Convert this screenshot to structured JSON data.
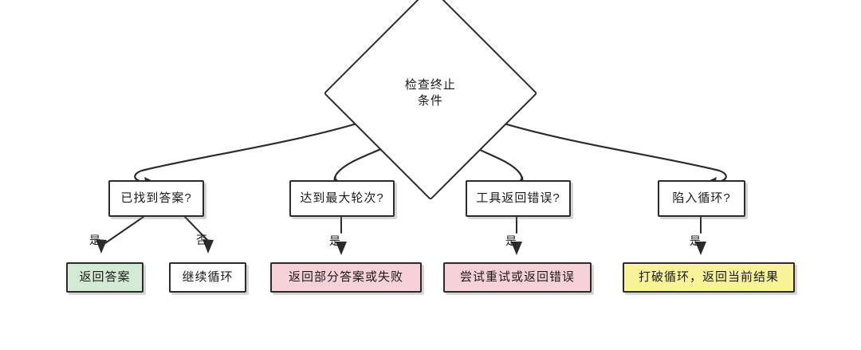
{
  "diagram": {
    "title_node": {
      "id": "check-termination",
      "label": "检查终止\n条件",
      "shape": "diamond"
    },
    "decisions": [
      {
        "id": "found-answer",
        "label": "已找到答案?"
      },
      {
        "id": "max-rounds",
        "label": "达到最大轮次?"
      },
      {
        "id": "tool-error",
        "label": "工具返回错误?"
      },
      {
        "id": "stuck-loop",
        "label": "陷入循环?"
      }
    ],
    "outcomes": [
      {
        "id": "return-answer",
        "label": "返回答案",
        "color": "#d5ead5"
      },
      {
        "id": "continue-loop",
        "label": "继续循环",
        "color": "#ffffff"
      },
      {
        "id": "partial-or-fail",
        "label": "返回部分答案或失败",
        "color": "#f6d2d8"
      },
      {
        "id": "retry-or-error",
        "label": "尝试重试或返回错误",
        "color": "#f6d2d8"
      },
      {
        "id": "break-loop",
        "label": "打破循环，返回当前结果",
        "color": "#f7f396"
      }
    ],
    "edge_labels": {
      "yes": "是",
      "no": "否"
    },
    "colors": {
      "stroke": "#2b2b2b",
      "background": "#ffffff",
      "green": "#d5ead5",
      "pink": "#f6d2d8",
      "yellow": "#f7f396"
    }
  }
}
